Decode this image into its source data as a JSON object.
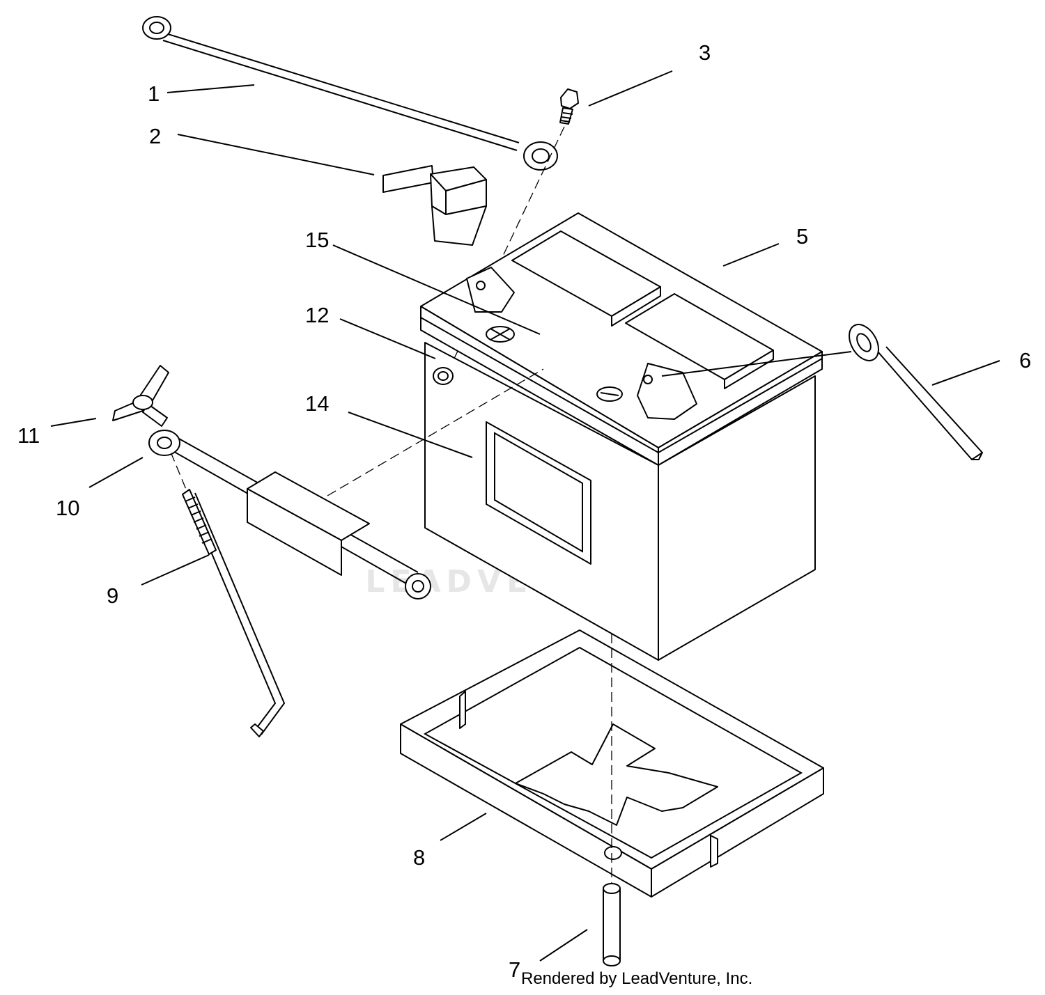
{
  "diagram": {
    "callouts": [
      {
        "id": "1",
        "label": "1"
      },
      {
        "id": "2",
        "label": "2"
      },
      {
        "id": "3",
        "label": "3"
      },
      {
        "id": "5",
        "label": "5"
      },
      {
        "id": "6",
        "label": "6"
      },
      {
        "id": "7",
        "label": "7"
      },
      {
        "id": "8",
        "label": "8"
      },
      {
        "id": "9",
        "label": "9"
      },
      {
        "id": "10",
        "label": "10"
      },
      {
        "id": "11",
        "label": "11"
      },
      {
        "id": "12",
        "label": "12"
      },
      {
        "id": "14",
        "label": "14"
      },
      {
        "id": "15",
        "label": "15"
      }
    ],
    "credit": "Rendered by LeadVenture, Inc.",
    "watermark": "LEADVENTURE"
  }
}
